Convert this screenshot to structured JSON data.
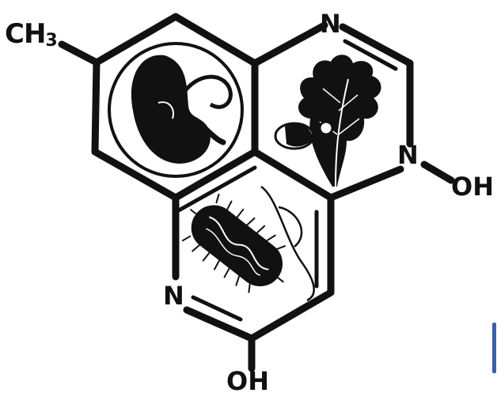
{
  "labels": {
    "methyl": "CH",
    "methyl_subscript": "3",
    "n_top": "N",
    "n_right": "N",
    "oh_right": "OH",
    "n_left": "N",
    "oh_bottom": "OH"
  },
  "colors": {
    "ink": "#111111",
    "background": "#ffffff",
    "edge_accent": "#3a5fa8"
  },
  "icons": {
    "left_ring": "embryo-icon",
    "right_ring": "oak-leaf-acorn-icon",
    "bottom_ring": "bacterium-icon"
  }
}
